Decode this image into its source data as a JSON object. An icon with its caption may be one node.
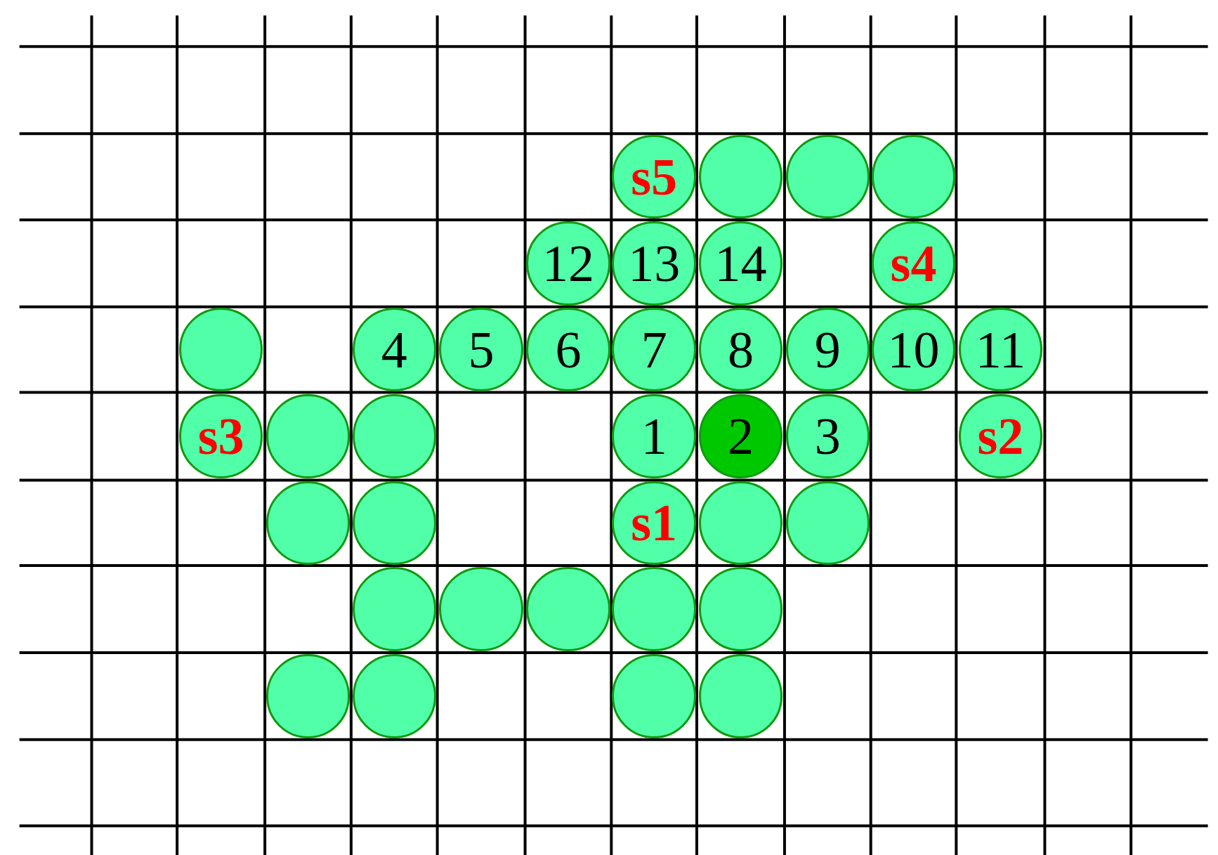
{
  "diagram": {
    "nodes": [
      {
        "text": [
          "s5"
        ]
      },
      {
        "text": [],
        "shape": "circle"
      },
      {
        "text": [],
        "shape": "circle"
      },
      {
        "text": [],
        "shape": "circle"
      },
      {
        "text": [
          "12"
        ]
      },
      {
        "text": [
          "13"
        ]
      },
      {
        "text": [
          "14"
        ]
      },
      {
        "text": [
          "s4"
        ]
      },
      {
        "text": [],
        "shape": "circle"
      },
      {
        "text": [
          "4"
        ]
      },
      {
        "text": [
          "5"
        ]
      },
      {
        "text": [
          "6"
        ]
      },
      {
        "text": [
          "7"
        ]
      },
      {
        "text": [
          "8"
        ]
      },
      {
        "text": [
          "9"
        ]
      },
      {
        "text": [
          "10"
        ]
      },
      {
        "text": [
          "11"
        ]
      },
      {
        "text": [
          "s3"
        ]
      },
      {
        "text": [],
        "shape": "circle"
      },
      {
        "text": [],
        "shape": "circle"
      },
      {
        "text": [
          "1"
        ]
      },
      {
        "text": [
          "2"
        ]
      },
      {
        "text": [
          "3"
        ]
      },
      {
        "text": [
          "s2"
        ]
      },
      {
        "text": [],
        "shape": "circle"
      },
      {
        "text": [],
        "shape": "circle"
      },
      {
        "text": [
          "s1"
        ]
      },
      {
        "text": [],
        "shape": "circle"
      },
      {
        "text": [],
        "shape": "circle"
      },
      {
        "text": [],
        "shape": "circle"
      },
      {
        "text": [],
        "shape": "circle"
      },
      {
        "text": [],
        "shape": "circle"
      },
      {
        "text": [],
        "shape": "circle"
      },
      {
        "text": [],
        "shape": "circle"
      },
      {
        "text": [],
        "shape": "circle"
      },
      {
        "text": [],
        "shape": "circle"
      },
      {
        "text": [],
        "shape": "circle"
      },
      {
        "text": [],
        "shape": "circle"
      }
    ]
  }
}
